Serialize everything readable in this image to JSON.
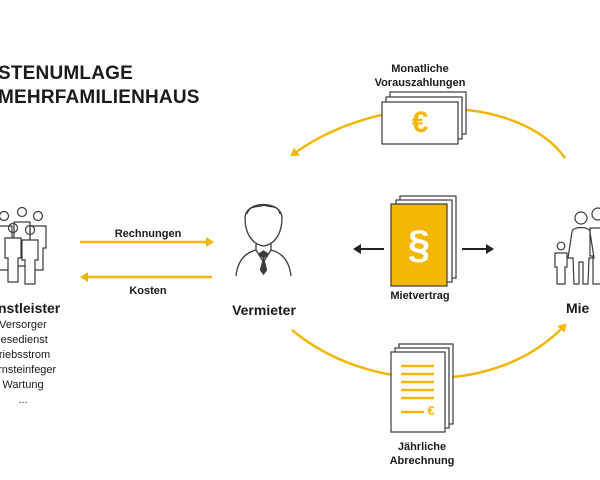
{
  "title": {
    "line1": "STENUMLAGE",
    "line2": "MEHRFAMILIENHAUS"
  },
  "top_payment": {
    "line1": "Monatliche",
    "line2": "Vorauszahlungen",
    "symbol": "€"
  },
  "bottom_payment": {
    "line1": "Jährliche",
    "line2": "Abrechnung",
    "symbol": "€"
  },
  "contract": {
    "symbol": "§",
    "label": "Mietvertrag"
  },
  "arrows": {
    "invoices": "Rechnungen",
    "costs": "Kosten"
  },
  "service_providers": {
    "title": "nstleister",
    "items": [
      "Versorger",
      "lesedienst",
      "triebsstrom",
      "ornsteinfeger",
      "Wartung",
      "..."
    ]
  },
  "landlord": {
    "title": "Vermieter"
  },
  "tenants": {
    "title": "Mie"
  },
  "colors": {
    "accent": "#f2b705",
    "dark": "#222222",
    "outline": "#3a3a3a"
  }
}
